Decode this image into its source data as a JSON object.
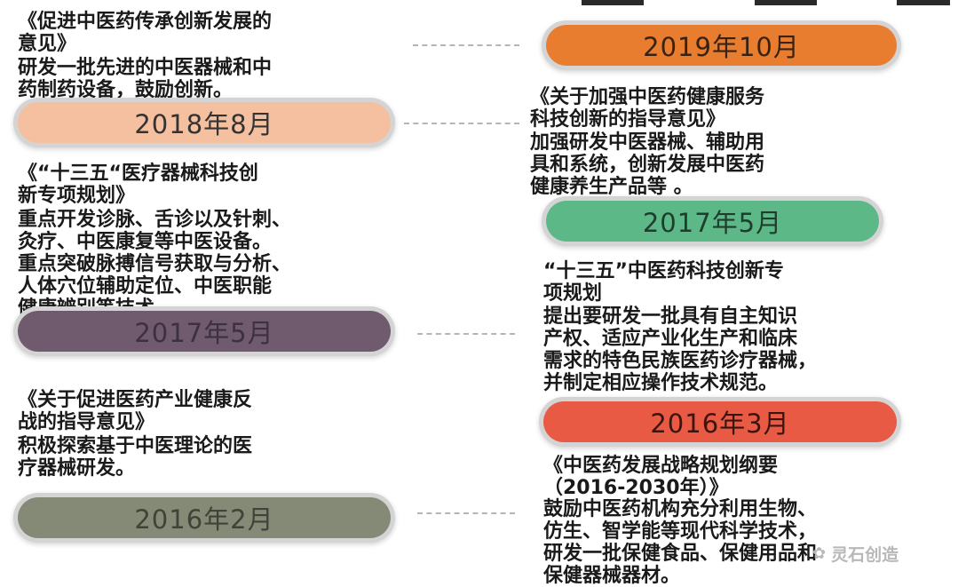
{
  "colors": {
    "pill_2019_10": "#e97d2f",
    "pill_2018_08": "#f5c0a0",
    "pill_2017_05_right": "#5db888",
    "pill_2017_05_left": "#6f5a6e",
    "pill_2016_03": "#e85a44",
    "pill_2016_02": "#848a76"
  },
  "left": [
    {
      "title": "《促进中医药传承创新发展的\n意见》",
      "body": "研发一批先进的中医器械和中\n药制药设备，鼓励创新。",
      "date": "2018年8月"
    },
    {
      "title": "《“十三五“医疗器械科技创\n新专项规划》",
      "body": "重点开发诊脉、舌诊以及针刺、\n灸疗、中医康复等中医设备。\n重点突破脉搏信号获取与分析、\n人体穴位辅助定位、中医职能\n健康辨别等技术。",
      "date": "2017年5月"
    },
    {
      "title": "《关于促进医药产业健康反\n战的指导意见》",
      "body": "积极探索基于中医理论的医\n疗器械研发。",
      "date": "2016年2月"
    }
  ],
  "right": [
    {
      "date": "2019年10月",
      "title": "《关于加强中医药健康服务\n科技创新的指导意见》",
      "body": "加强研发中医器械、辅助用\n具和系统，创新发展中医药\n健康养生产品等 。"
    },
    {
      "date": "2017年5月",
      "title": "“十三五”中医药科技创新专\n项规划",
      "body": "提出要研发一批具有自主知识\n产权、适应产业化生产和临床\n需求的特色民族医药诊疗器械，\n并制定相应操作技术规范。"
    },
    {
      "date": "2016年3月",
      "title": "《中医药发展战略规划纲要\n（2016-2030年）》",
      "body": "鼓励中医药机构充分利用生物、\n仿生、智学能等现代科学技术，\n研发一批保健食品、保健用品和\n保健器械器材。"
    }
  ],
  "watermark": "灵石创造"
}
